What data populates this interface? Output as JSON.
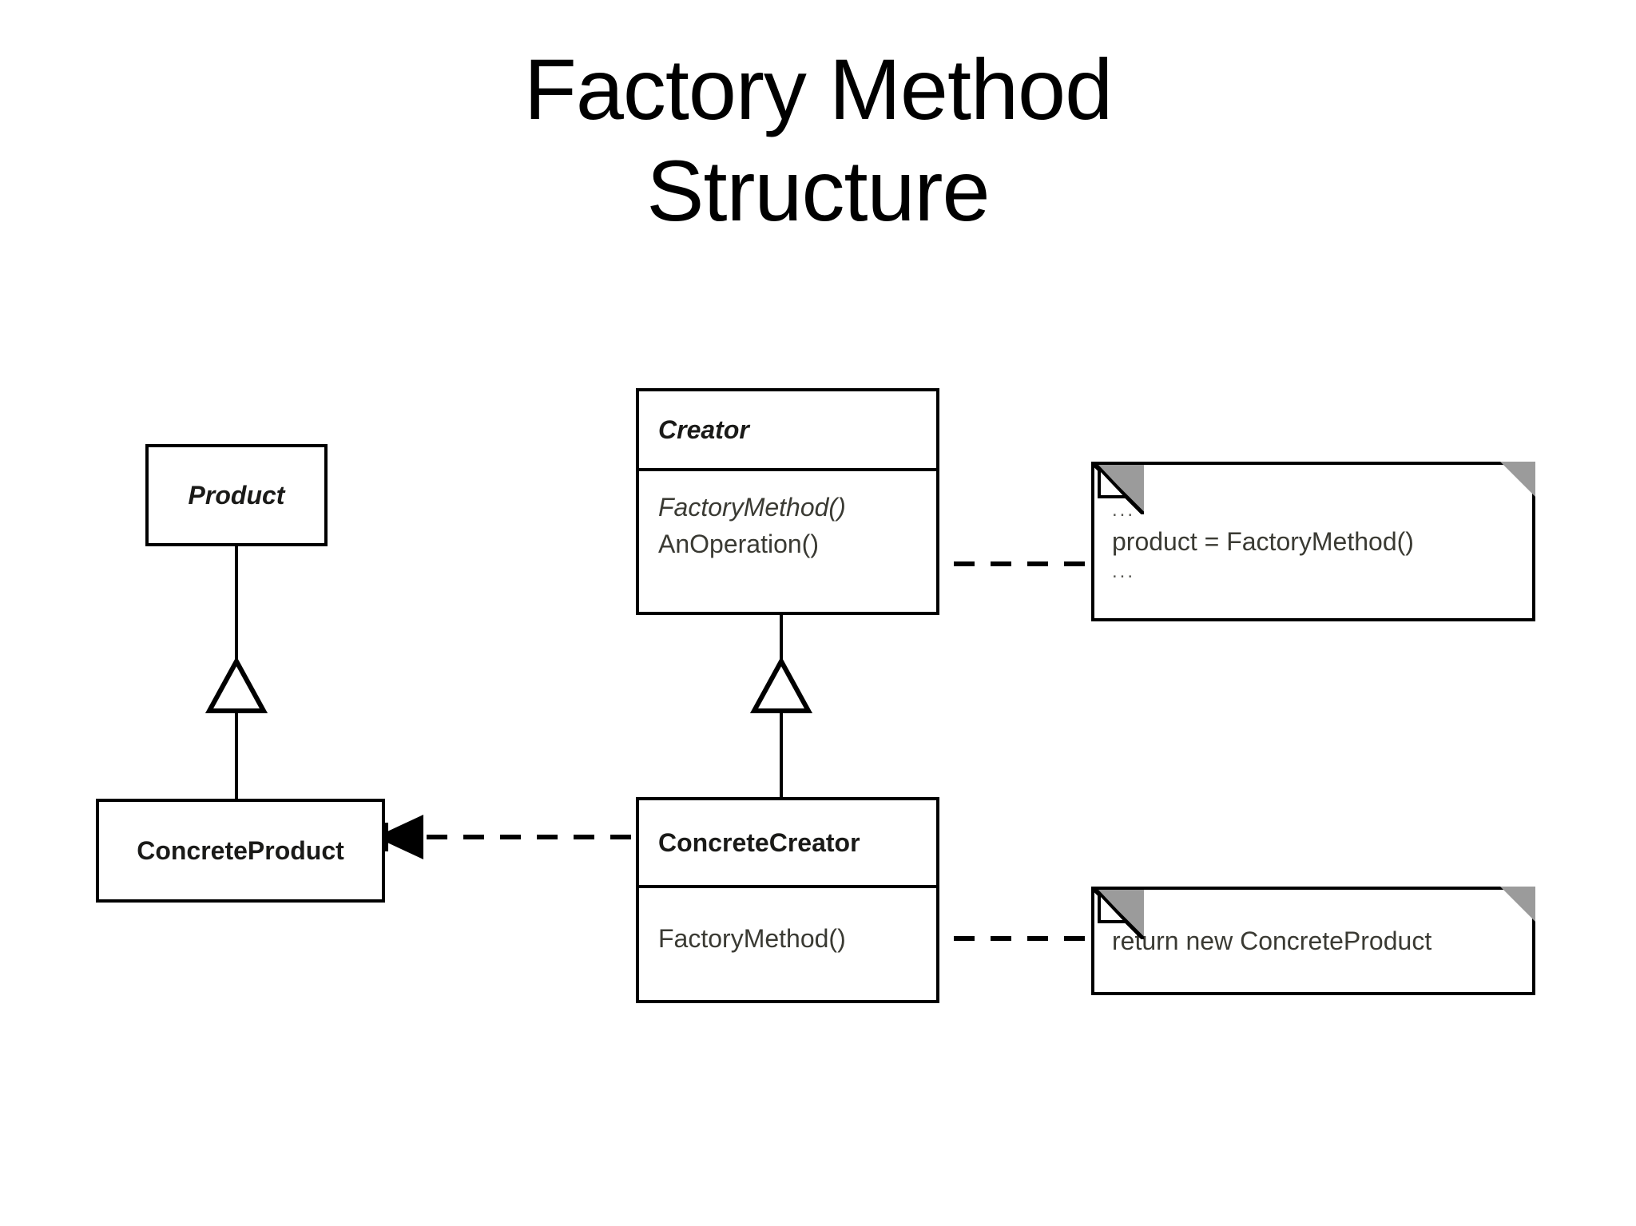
{
  "slide": {
    "title": "Factory Method\nStructure",
    "background_color": "#ffffff",
    "line_color": "#000000",
    "note_fold_color": "#9b9b9b"
  },
  "diagram": {
    "type": "uml-class-diagram",
    "classes": [
      {
        "id": "product",
        "name": "Product",
        "stereotype": "abstract",
        "members": []
      },
      {
        "id": "concrete-product",
        "name": "ConcreteProduct",
        "stereotype": "concrete",
        "members": []
      },
      {
        "id": "creator",
        "name": "Creator",
        "stereotype": "abstract",
        "members": [
          {
            "label": "FactoryMethod()",
            "abstract": true
          },
          {
            "label": "AnOperation()",
            "abstract": false
          }
        ]
      },
      {
        "id": "concrete-creator",
        "name": "ConcreteCreator",
        "stereotype": "concrete",
        "members": [
          {
            "label": "FactoryMethod()",
            "abstract": false
          }
        ]
      }
    ],
    "notes": [
      {
        "id": "note-anoperation",
        "attached_to": "creator.AnOperation()",
        "lines": [
          "...",
          "product = FactoryMethod()",
          "..."
        ]
      },
      {
        "id": "note-factorymethod",
        "attached_to": "concrete-creator.FactoryMethod()",
        "lines": [
          "return new ConcreteProduct"
        ]
      }
    ],
    "relations": [
      {
        "id": "product-generalization",
        "kind": "generalization",
        "from": "concrete-product",
        "to": "product",
        "arrow": "hollow-triangle"
      },
      {
        "id": "creator-generalization",
        "kind": "generalization",
        "from": "concrete-creator",
        "to": "creator",
        "arrow": "hollow-triangle"
      },
      {
        "id": "creates-dependency",
        "kind": "dependency",
        "from": "concrete-creator",
        "to": "concrete-product",
        "arrow": "filled-arrowhead",
        "style": "dashed"
      },
      {
        "id": "note-link-1",
        "kind": "note-anchor",
        "from": "creator",
        "to": "note-anoperation",
        "style": "dashed"
      },
      {
        "id": "note-link-2",
        "kind": "note-anchor",
        "from": "concrete-creator",
        "to": "note-factorymethod",
        "style": "dashed"
      }
    ]
  }
}
